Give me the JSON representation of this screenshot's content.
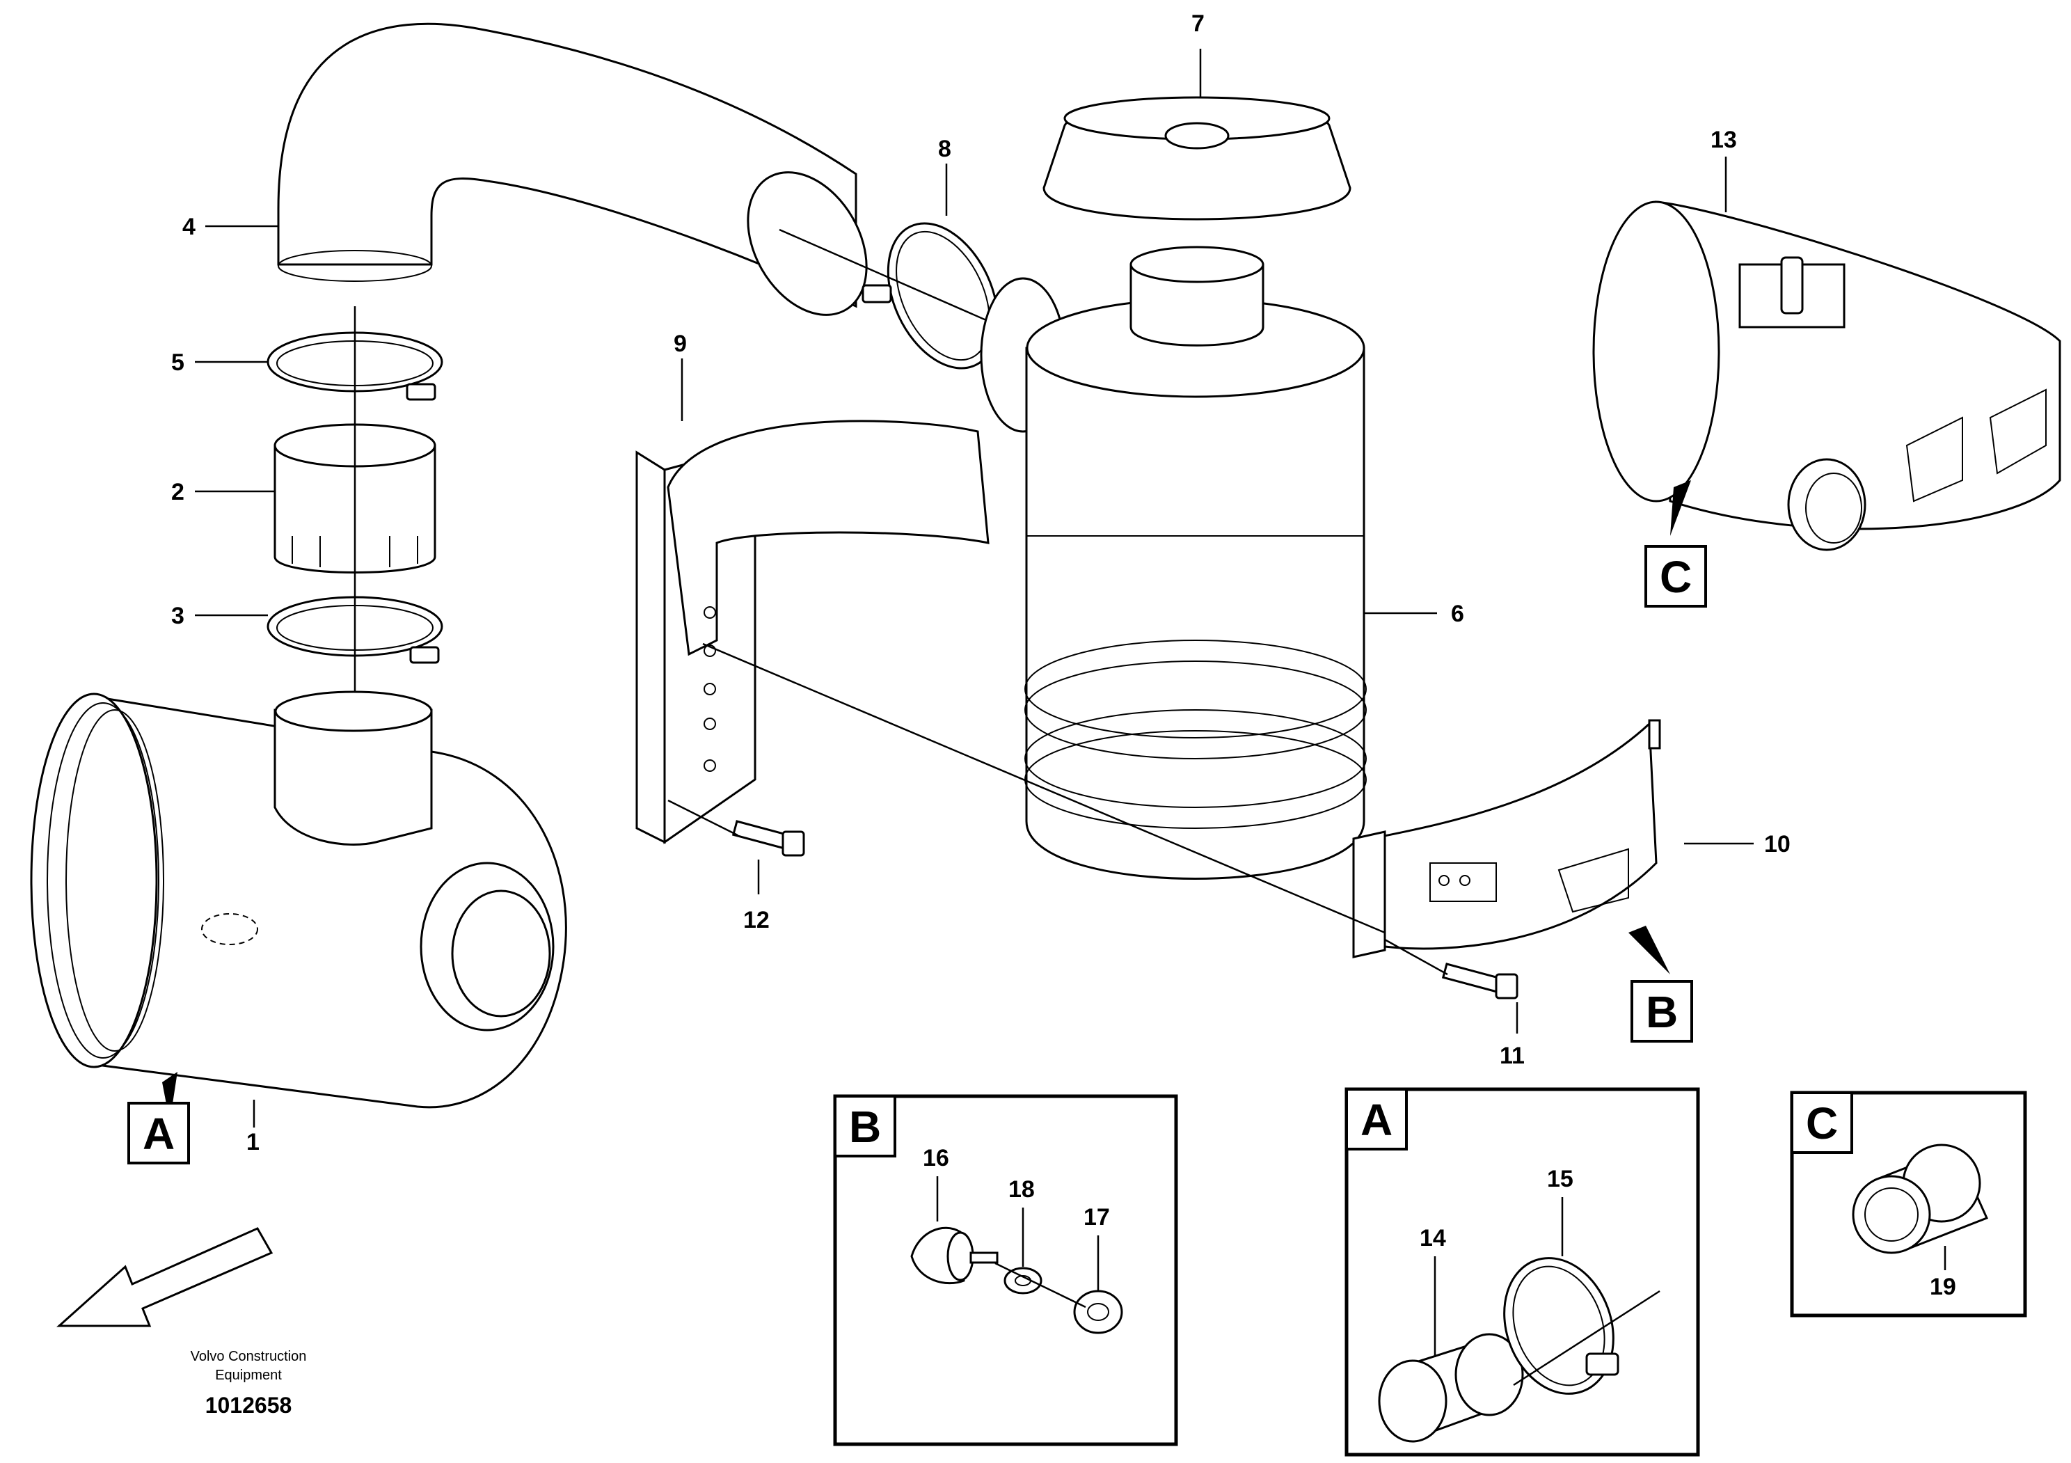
{
  "labels": {
    "p1": "1",
    "p2": "2",
    "p3": "3",
    "p4": "4",
    "p5": "5",
    "p6": "6",
    "p7": "7",
    "p8": "8",
    "p9": "9",
    "p10": "10",
    "p11": "11",
    "p12": "12",
    "p13": "13",
    "p14": "14",
    "p15": "15",
    "p16": "16",
    "p17": "17",
    "p18": "18",
    "p19": "19"
  },
  "callouts": {
    "a": "A",
    "b": "B",
    "c": "C"
  },
  "detail_boxes": {
    "b": "B",
    "a": "A",
    "c": "C"
  },
  "footer": {
    "company_line1": "Volvo Construction",
    "company_line2": "Equipment",
    "drawing_number": "1012658"
  }
}
